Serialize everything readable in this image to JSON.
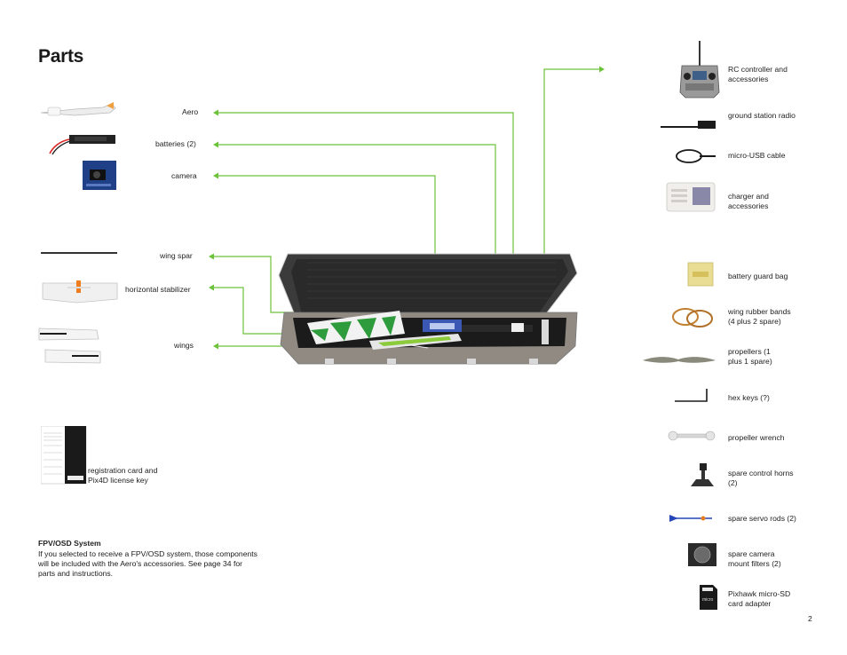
{
  "page": {
    "title": "Parts",
    "page_number": "2"
  },
  "left_items": {
    "aero": "Aero",
    "batteries": "batteries (2)",
    "camera": "camera",
    "wing_spar": "wing spar",
    "horizontal_stabilizer": "horizontal stabilizer",
    "wings": "wings",
    "registration": "registration card and\nPix4D license key"
  },
  "right_items": {
    "rc_controller": "RC controller and\naccessories",
    "ground_station_radio": "ground station radio",
    "micro_usb": "micro-USB cable",
    "charger": "charger and\naccessories",
    "battery_guard_bag": "battery guard bag",
    "wing_rubber_bands": "wing rubber bands\n(4 plus 2 spare)",
    "propellers": "propellers (1\nplus 1 spare)",
    "hex_keys": "hex keys (?)",
    "propeller_wrench": "propeller wrench",
    "control_horns": "spare control horns\n(2)",
    "servo_rods": "spare servo rods (2)",
    "camera_filters": "spare camera\nmount filters (2)",
    "sd_adapter": "Pixhawk micro-SD\ncard adapter"
  },
  "fpv": {
    "heading": "FPV/OSD System",
    "body": "If you selected to receive a FPV/OSD system, those components\nwill be included with the Aero's accessories. See page 34 for\nparts and instructions."
  },
  "colors": {
    "accent_green": "#6cc23a"
  }
}
